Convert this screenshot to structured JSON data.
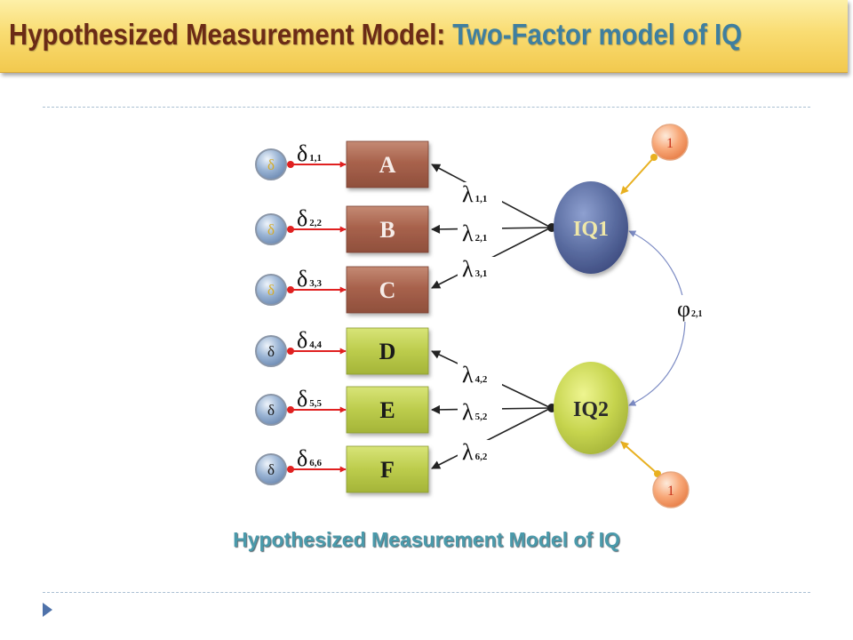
{
  "slide": {
    "title_main": "Hypothesized Measurement Model:",
    "title_accent": "Two-Factor model of IQ",
    "caption": "Hypothesized Measurement Model of IQ"
  },
  "diagram": {
    "indicators": [
      {
        "label": "A",
        "error_node": "δ",
        "error_symbol": "δ",
        "error_sub": "1,1",
        "loading_symbol": "λ",
        "loading_sub": "1,1"
      },
      {
        "label": "B",
        "error_node": "δ",
        "error_symbol": "δ",
        "error_sub": "2,2",
        "loading_symbol": "λ",
        "loading_sub": "2,1"
      },
      {
        "label": "C",
        "error_node": "δ",
        "error_symbol": "δ",
        "error_sub": "3,3",
        "loading_symbol": "λ",
        "loading_sub": "3,1"
      },
      {
        "label": "D",
        "error_node": "δ",
        "error_symbol": "δ",
        "error_sub": "4,4",
        "loading_symbol": "λ",
        "loading_sub": "4,2"
      },
      {
        "label": "E",
        "error_node": "δ",
        "error_symbol": "δ",
        "error_sub": "5,5",
        "loading_symbol": "λ",
        "loading_sub": "5,2"
      },
      {
        "label": "F",
        "error_node": "δ",
        "error_symbol": "δ",
        "error_sub": "6,6",
        "loading_symbol": "λ",
        "loading_sub": "6,2"
      }
    ],
    "factors": [
      {
        "label": "IQ1",
        "variance": "1"
      },
      {
        "label": "IQ2",
        "variance": "1"
      }
    ],
    "covariance": {
      "symbol": "φ",
      "sub": "2,1"
    }
  },
  "icons": {
    "bullet": "triangle-right-icon"
  },
  "colors": {
    "title_main": "#6b2b16",
    "title_accent": "#3f7f9f",
    "caption": "#4a9aab",
    "banner": "#f9dc72",
    "indicator_iq1_group": "#a8624c",
    "indicator_iq2_group": "#bccc4c",
    "factor_iq1": "#5a6ca0",
    "factor_iq2": "#c6d44e",
    "error_node": "#9ab4d4",
    "variance_node": "#f8a878",
    "error_path": "#e02020",
    "variance_path": "#e8b020",
    "covariance_path": "#7d8cc4",
    "loading_path": "#222222"
  }
}
